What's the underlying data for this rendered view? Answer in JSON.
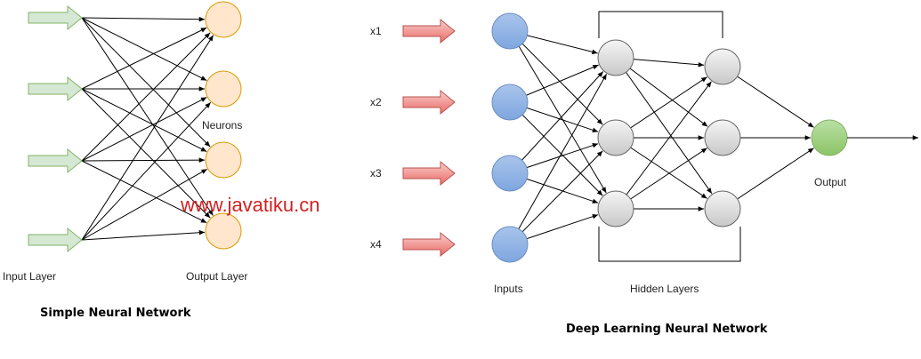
{
  "simple": {
    "input_label": "Input Layer",
    "output_label": "Output Layer",
    "neurons_label": "Neurons",
    "title": "Simple Neural Network"
  },
  "deep": {
    "inputs": [
      "x1",
      "x2",
      "x3",
      "x4"
    ],
    "inputs_label": "Inputs",
    "hidden_label": "Hidden Layers",
    "output_label": "Output",
    "title": "Deep Learning Neural Network"
  },
  "watermark": "www.javatiku.cn",
  "colors": {
    "input_arrow_fill": "#d5e8d4",
    "input_arrow_stroke": "#82b366",
    "neuron_fill": "#ffe6cc",
    "neuron_stroke": "#d79b00",
    "x_arrow_fill": "#f8cecc",
    "x_arrow_stroke": "#b85450",
    "input_node_fill": "#7ea6e0",
    "hidden_node_fill": "#dddddd",
    "output_node_fill": "#97d077",
    "watermark": "#d42020"
  }
}
